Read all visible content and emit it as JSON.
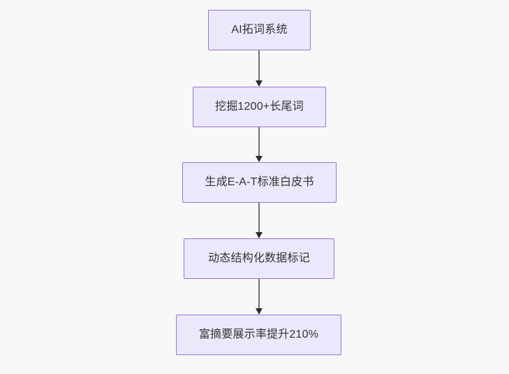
{
  "diagram": {
    "type": "flowchart",
    "orientation": "top-to-bottom",
    "background_color": "#f8f8f8",
    "node_fill_color": "#ebe8fc",
    "node_border_color": "#9a72d4",
    "node_text_color": "#333333",
    "connector_color": "#70707a",
    "arrowhead_color": "#2b2b33",
    "nodes": [
      {
        "id": "n0",
        "label": "AI拓词系统"
      },
      {
        "id": "n1",
        "label": "挖掘1200+长尾词"
      },
      {
        "id": "n2",
        "label": "生成E-A-T标准白皮书"
      },
      {
        "id": "n3",
        "label": "动态结构化数据标记"
      },
      {
        "id": "n4",
        "label": "富摘要展示率提升210%"
      }
    ],
    "edges": [
      {
        "id": "e0",
        "from": "n0",
        "to": "n1",
        "label": ""
      },
      {
        "id": "e1",
        "from": "n1",
        "to": "n2",
        "label": ""
      },
      {
        "id": "e2",
        "from": "n2",
        "to": "n3",
        "label": ""
      },
      {
        "id": "e3",
        "from": "n3",
        "to": "n4",
        "label": ""
      }
    ]
  }
}
